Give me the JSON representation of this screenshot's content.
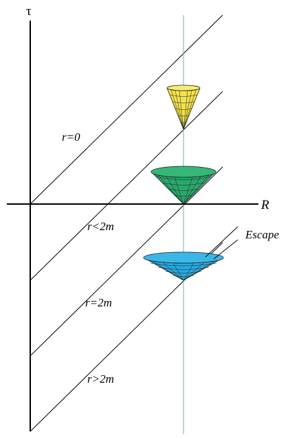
{
  "axes": {
    "vertical_label": "τ",
    "horizontal_label": "R"
  },
  "regions": [
    {
      "id": "r0",
      "label": "r=0"
    },
    {
      "id": "rlt",
      "label": "r<2m"
    },
    {
      "id": "r2m",
      "label": "r=2m"
    },
    {
      "id": "rgt",
      "label": "r>2m"
    }
  ],
  "annotation": {
    "label": "Escape"
  },
  "colors": {
    "line": "#000000",
    "observer_line": "#3cc8c8",
    "cone_top": "#f2e34a",
    "cone_middle": "#2aa86a",
    "cone_bottom": "#2ba9dc",
    "mesh": "#1c1c1c"
  }
}
